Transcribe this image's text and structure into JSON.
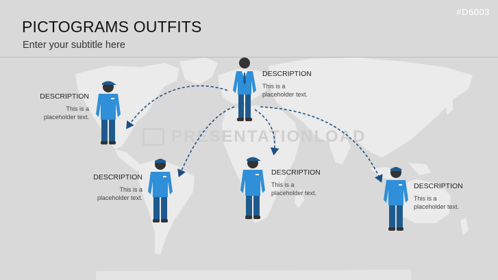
{
  "slide": {
    "title": "PICTOGRAMS OUTFITS",
    "subtitle": "Enter your subtitle here",
    "code": "#D6003",
    "watermark": "PRESENTATIONLOAD"
  },
  "figures": [
    {
      "id": "center",
      "outfit": "suit",
      "heading": "DESCRIPTION",
      "line1": "This is a",
      "line2": "placeholder text."
    },
    {
      "id": "north-america",
      "outfit": "cap-uniform",
      "heading": "DESCRIPTION",
      "line1": "This is a",
      "line2": "placeholder text."
    },
    {
      "id": "south-america",
      "outfit": "uniform",
      "heading": "DESCRIPTION",
      "line1": "This is a",
      "line2": "placeholder text."
    },
    {
      "id": "africa",
      "outfit": "cap-uniform",
      "heading": "DESCRIPTION",
      "line1": "This is a",
      "line2": "placeholder text."
    },
    {
      "id": "asia",
      "outfit": "uniform",
      "heading": "DESCRIPTION",
      "line1": "This is a",
      "line2": "placeholder text."
    }
  ],
  "colors": {
    "background": "#d9d9d9",
    "map": "#ebebeb",
    "shirt": "#2f8fd8",
    "pants": "#1f5a8e",
    "head": "#333333",
    "arrow": "#1f4f82"
  }
}
